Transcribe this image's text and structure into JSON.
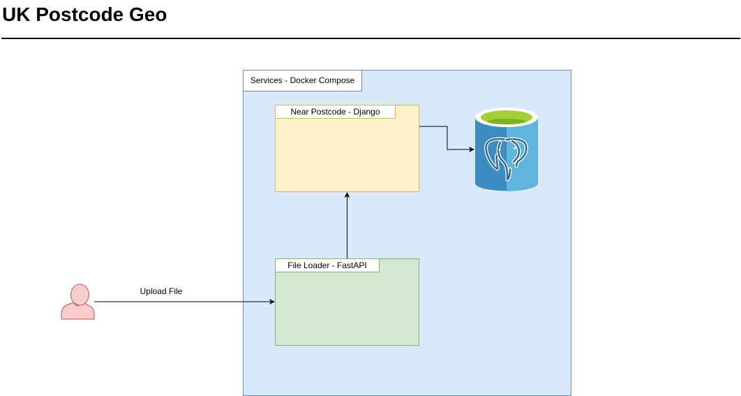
{
  "title": "UK Postcode Geo",
  "containers": {
    "services": {
      "label": "Services - Docker Compose",
      "fill": "#dae8fc",
      "stroke": "#6c8ebf"
    },
    "django": {
      "label": "Near Postcode - Django",
      "fill": "#fff2cc",
      "stroke": "#d6b656"
    },
    "fastapi": {
      "label": "File Loader - FastAPI",
      "fill": "#d5e8d4",
      "stroke": "#82b366"
    }
  },
  "edges": {
    "upload": {
      "label": "Upload File"
    }
  },
  "icons": {
    "user": "user-icon",
    "database": "postgresql-database-icon"
  },
  "colors": {
    "user_fill": "#f8cecc",
    "user_stroke": "#b85450",
    "db_body": "#3d8dc0",
    "db_top": "#a6ce39"
  }
}
